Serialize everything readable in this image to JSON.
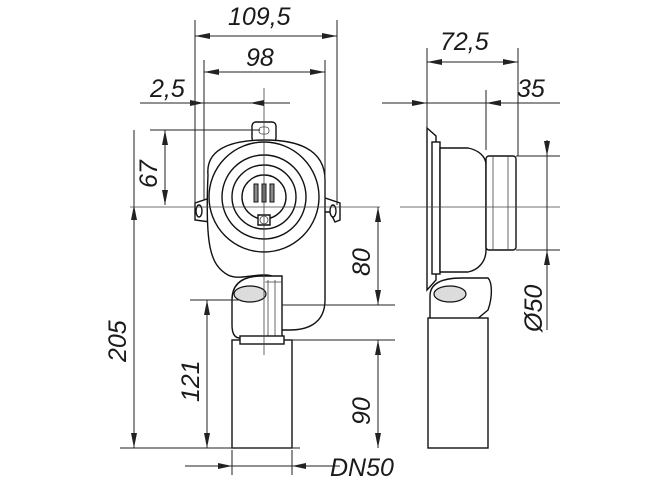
{
  "drawing": {
    "dimensions": {
      "width_total": "109,5",
      "width_inner": "98",
      "offset": "2,5",
      "height_top": "67",
      "height_total": "205",
      "height_lower": "121",
      "height_mid": "80",
      "height_outlet": "90",
      "depth_total": "72,5",
      "depth_socket": "35",
      "diameter_inlet": "Ø50",
      "outlet_size": "DN50"
    }
  }
}
